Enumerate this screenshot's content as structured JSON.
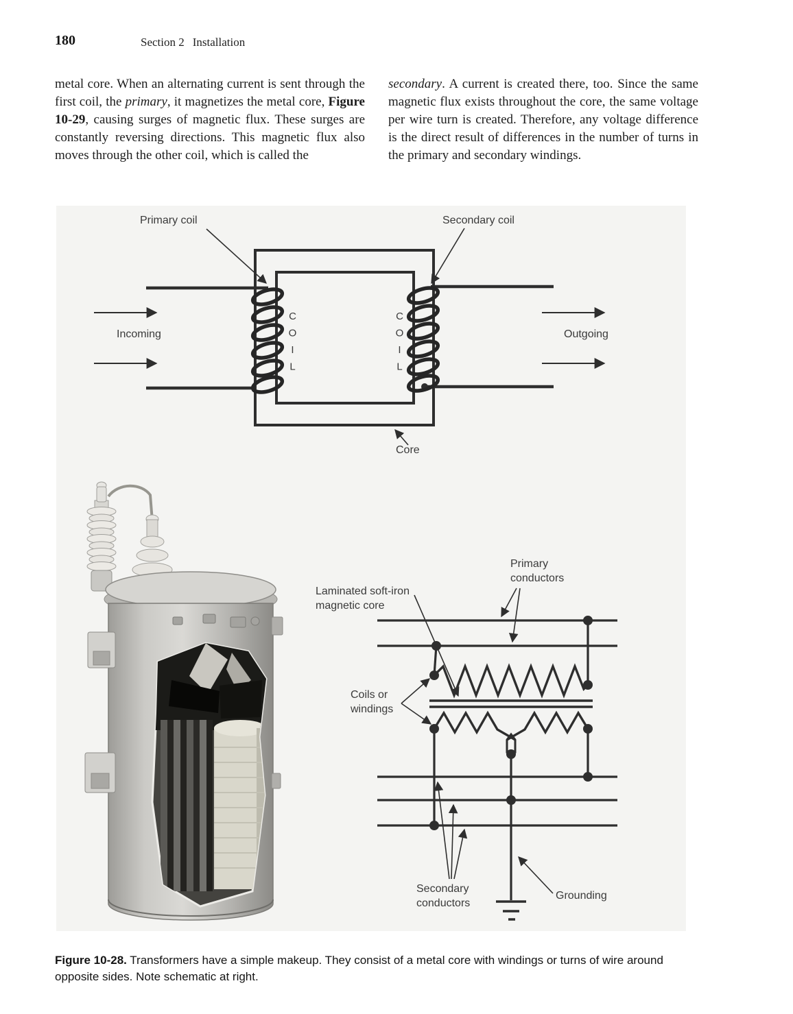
{
  "page_header": {
    "page_number": "180",
    "section": "Section 2",
    "section_title": "Installation"
  },
  "article": {
    "left_column": [
      {
        "t": "metal core. When an alternating current is sent through the first coil, the "
      },
      {
        "t": "primary",
        "i": true
      },
      {
        "t": ", it magnetizes the metal core, "
      },
      {
        "t": "Figure 10-29",
        "b": true
      },
      {
        "t": ", causing surges of magnetic flux. These surges are constantly reversing directions. This magnetic flux also moves through the other coil, which is called the"
      }
    ],
    "right_column": [
      {
        "t": "secondary",
        "i": true
      },
      {
        "t": ". A current is created there, too. Since the same magnetic flux exists throughout the core, the same voltage per wire turn is created. Therefore, any voltage difference is the direct result of differences in the number of turns in the primary and secondary windings."
      }
    ]
  },
  "figure": {
    "caption": [
      {
        "t": "Figure 10-28.",
        "b": true
      },
      {
        "t": " Transformers have a simple makeup. They consist of a metal core with windings or turns of wire around opposite sides. Note schematic at right."
      }
    ],
    "diagram_top": {
      "primary_coil_label": "Primary coil",
      "secondary_coil_label": "Secondary coil",
      "incoming_label": "Incoming",
      "outgoing_label": "Outgoing",
      "core_label": "Core",
      "coil_label": "COIL"
    },
    "diagram_schematic": {
      "laminated_label_line1": "Laminated soft-iron",
      "laminated_label_line2": "magnetic core",
      "primary_conductors_line1": "Primary",
      "primary_conductors_line2": "conductors",
      "coils_windings_line1": "Coils or",
      "coils_windings_line2": "windings",
      "secondary_conductors_line1": "Secondary",
      "secondary_conductors_line2": "conductors",
      "grounding_label": "Grounding"
    }
  },
  "colors": {
    "ink": "#2e2e2e",
    "label_text": "#3a3a3a",
    "body_text": "#1c1c1c",
    "figure_bg": "#f4f4f2"
  }
}
